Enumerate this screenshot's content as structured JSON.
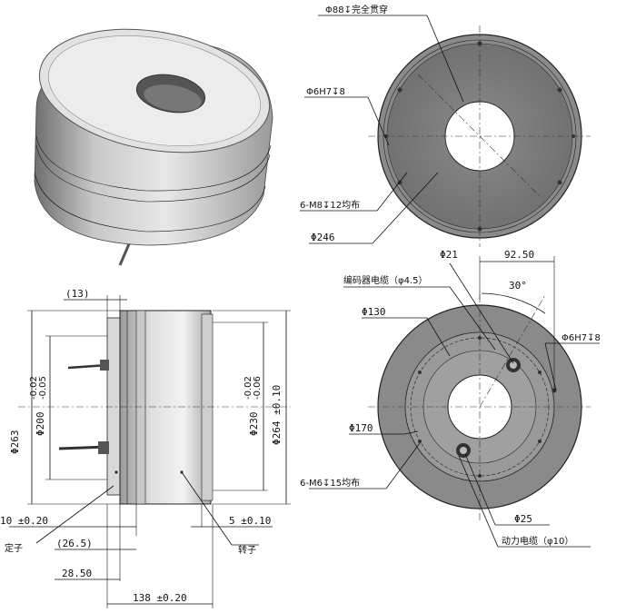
{
  "colors": {
    "body_light": "#e6e6e6",
    "body_mid": "#bdbdbd",
    "body_dark": "#7d7d7d",
    "ring": "#8f8f8f",
    "hole": "#ffffff"
  },
  "top_right": {
    "thru_hole": "Φ88↧完全贯穿",
    "pin_hole": "Φ6H7↧8",
    "tapped": "6-M8↧12均布",
    "outer": "Φ246"
  },
  "bottom_right": {
    "d21": "Φ21",
    "encoder_cable": "编码器电缆（φ4.5）",
    "d92": "92.50",
    "angle": "30°",
    "d130": "Φ130",
    "pin_hole": "Φ6H7↧8",
    "d170": "Φ170",
    "tapped": "6-M6↧15均布",
    "d25": "Φ25",
    "power_cable": "动力电缆（φ10）"
  },
  "side_view": {
    "d13": "(13)",
    "d263": "Φ263",
    "d200": "Φ200",
    "tol200_up": "-0.02",
    "tol200_dn": "-0.05",
    "d230": "Φ230",
    "tol230_up": "-0.02",
    "tol230_dn": "-0.06",
    "d264": "Φ264 ±0.10",
    "d10": "10 ±0.20",
    "d5": "5 ±0.10",
    "stator": "定子",
    "rotor": "转子",
    "d26": "(26.5)",
    "d28": "28.50",
    "d138": "138 ±0.20"
  }
}
